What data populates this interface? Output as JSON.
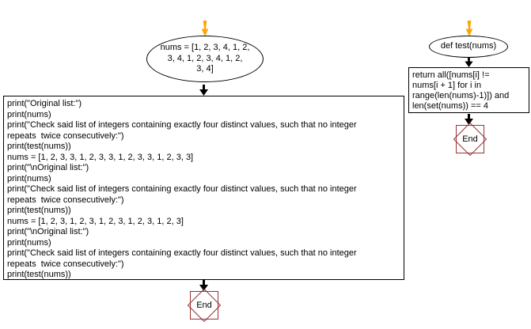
{
  "colors": {
    "arrow_orange": "#FFA500",
    "arrow_black": "#000000",
    "shape_border": "#000000",
    "end_border": "#993333",
    "background": "#ffffff"
  },
  "left_flow": {
    "start_ellipse": {
      "lines": [
        "nums = [1, 2, 3, 4, 1, 2,",
        "3, 4, 1, 2, 3, 4, 1, 2,",
        "3, 4]"
      ]
    },
    "code_block": {
      "lines": [
        "print(\"Original list:\")",
        "print(nums)",
        "print(\"Check said list of integers containing exactly four distinct values, such that no integer",
        "repeats  twice consecutively:\")",
        "print(test(nums))",
        "nums = [1, 2, 3, 3, 1, 2, 3, 3, 1, 2, 3, 3, 1, 2, 3, 3]",
        "print(\"\\nOriginal list:\")",
        "print(nums)",
        "print(\"Check said list of integers containing exactly four distinct values, such that no integer",
        "repeats  twice consecutively:\")",
        "print(test(nums))",
        "nums = [1, 2, 3, 1, 2, 3, 1, 2, 3, 1, 2, 3, 1, 2, 3]",
        "print(\"\\nOriginal list:\")",
        "print(nums)",
        "print(\"Check said list of integers containing exactly four distinct values, such that no integer",
        "repeats  twice consecutively:\")",
        "print(test(nums))"
      ]
    },
    "end_label": "End"
  },
  "right_flow": {
    "def_ellipse": {
      "label": "def test(nums)"
    },
    "return_block": {
      "lines": [
        "return all([nums[i] !=",
        "nums[i + 1] for i in",
        "range(len(nums)-1)]) and",
        "len(set(nums)) == 4"
      ]
    },
    "end_label": "End"
  }
}
